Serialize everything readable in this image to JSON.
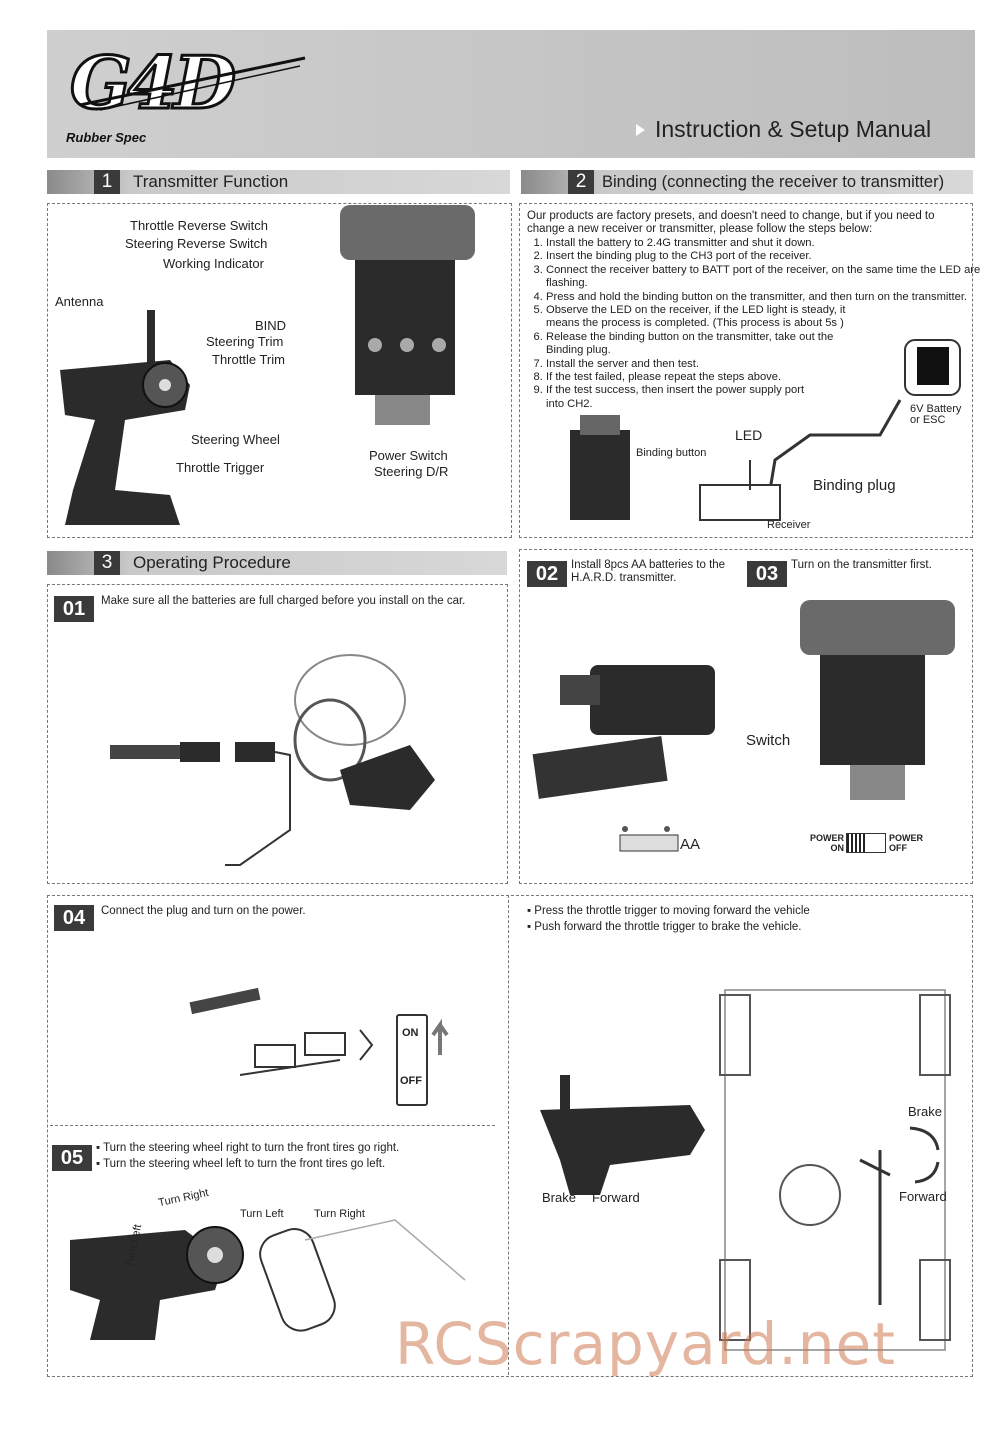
{
  "header": {
    "logo": "G4D",
    "logo_sub": "Rubber Spec",
    "title": "Instruction & Setup Manual"
  },
  "section1": {
    "number": "1",
    "title": "Transmitter Function",
    "labels": {
      "throttle_reverse": "Throttle Reverse Switch",
      "steering_reverse": "Steering Reverse Switch",
      "working_indicator": "Working Indicator",
      "antenna": "Antenna",
      "bind": "BIND",
      "steering_trim": "Steering Trim",
      "throttle_trim": "Throttle Trim",
      "steering_wheel": "Steering Wheel",
      "throttle_trigger": "Throttle Trigger",
      "power_switch": "Power Switch",
      "steering_dr": "Steering D/R"
    }
  },
  "section2": {
    "number": "2",
    "title": "Binding (connecting the receiver to transmitter)",
    "intro": "Our products are factory presets, and doesn't need to change, but if you need to change a new receiver or transmitter, please follow the steps below:",
    "steps": [
      "Install the battery to 2.4G transmitter and shut it down.",
      "Insert the binding plug to the CH3 port of the receiver.",
      "Connect the receiver battery to BATT port of the receiver, on the same time the LED are flashing.",
      "Press and hold the binding button on the transmitter, and then turn on the transmitter.",
      "Observe the LED on the receiver, if the LED light is steady, it means the process is completed.  (This process is about 5s )",
      "Release the binding button on the transmitter, take out the Binding plug.",
      "Install the server and then test.",
      "If the test failed, please repeat the steps above.",
      "If the test success, then insert the power supply port into CH2."
    ],
    "labels": {
      "battery": "6V Battery or ESC",
      "led": "LED",
      "binding_button": "Binding button",
      "binding_plug": "Binding plug",
      "receiver": "Receiver"
    }
  },
  "section3": {
    "number": "3",
    "title": "Operating Procedure",
    "step01": {
      "badge": "01",
      "text": "Make sure all the batteries are full charged before you install on the car."
    },
    "step02": {
      "badge": "02",
      "text": "Install 8pcs AA batteries to the H.A.R.D. transmitter."
    },
    "step03": {
      "badge": "03",
      "text": "Turn on the transmitter first.",
      "switch_label": "Switch",
      "power_on": "POWER ON",
      "power_off": "POWER OFF",
      "aa": "AA"
    },
    "step04": {
      "badge": "04",
      "text": "Connect the plug and turn on the power.",
      "on": "ON",
      "off": "OFF"
    },
    "throttle": {
      "bullet1": "Press the throttle trigger to moving forward the vehicle",
      "bullet2": "Push forward the throttle trigger to brake the vehicle.",
      "brake": "Brake",
      "forward": "Forward"
    },
    "step05": {
      "badge": "05",
      "bullet1": "Turn the steering wheel right to turn the front tires go right.",
      "bullet2": "Turn the steering wheel left to turn the front tires go left.",
      "turn_right": "Turn Right",
      "turn_left": "Turn Left"
    }
  },
  "watermark": "RCScrapyard.net"
}
